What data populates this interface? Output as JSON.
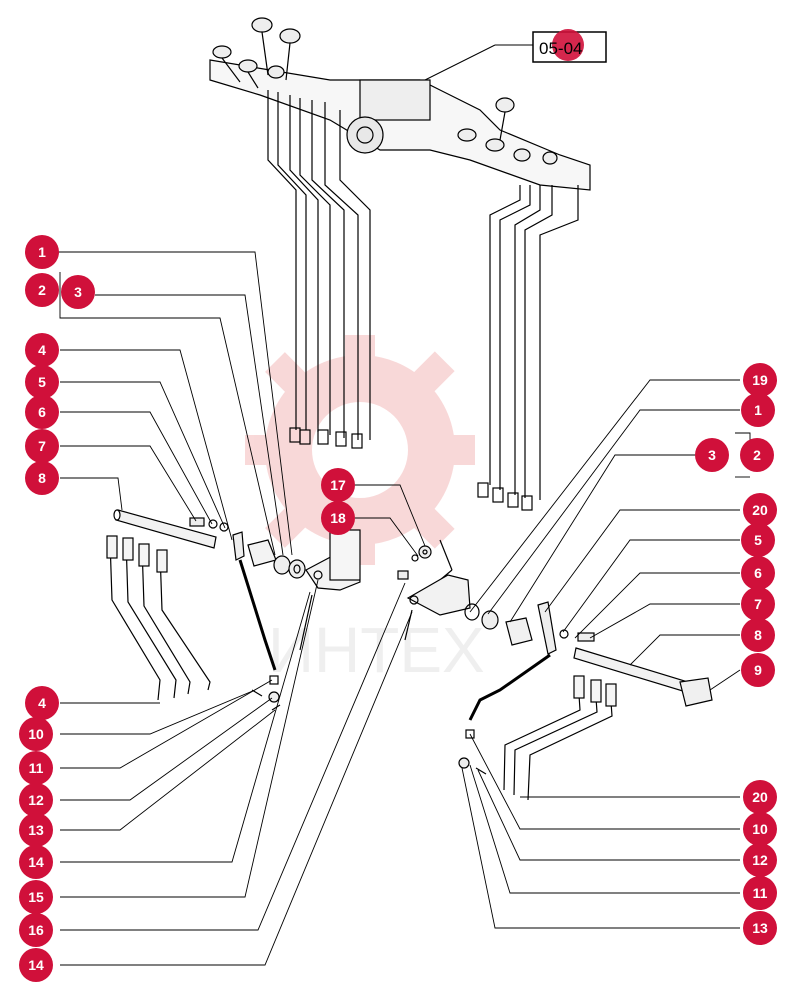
{
  "figure": {
    "reference_label": "05-04",
    "watermark_text": "ИНТЕХ",
    "callout_color": "#d0103a",
    "line_color": "#000000",
    "watermark_color": "#f2c4c4"
  },
  "callouts": [
    {
      "id": "c-left-1",
      "label": "1"
    },
    {
      "id": "c-left-2",
      "label": "2"
    },
    {
      "id": "c-left-3",
      "label": "3"
    },
    {
      "id": "c-left-4a",
      "label": "4"
    },
    {
      "id": "c-left-5",
      "label": "5"
    },
    {
      "id": "c-left-6",
      "label": "6"
    },
    {
      "id": "c-left-7",
      "label": "7"
    },
    {
      "id": "c-left-8",
      "label": "8"
    },
    {
      "id": "c-left-4b",
      "label": "4"
    },
    {
      "id": "c-left-10",
      "label": "10"
    },
    {
      "id": "c-left-11",
      "label": "11"
    },
    {
      "id": "c-left-12",
      "label": "12"
    },
    {
      "id": "c-left-13",
      "label": "13"
    },
    {
      "id": "c-left-14a",
      "label": "14"
    },
    {
      "id": "c-left-15",
      "label": "15"
    },
    {
      "id": "c-left-16",
      "label": "16"
    },
    {
      "id": "c-left-14b",
      "label": "14"
    },
    {
      "id": "c-mid-17",
      "label": "17"
    },
    {
      "id": "c-mid-18",
      "label": "18"
    },
    {
      "id": "c-right-19",
      "label": "19"
    },
    {
      "id": "c-right-1",
      "label": "1"
    },
    {
      "id": "c-right-3",
      "label": "3"
    },
    {
      "id": "c-right-2",
      "label": "2"
    },
    {
      "id": "c-right-20a",
      "label": "20"
    },
    {
      "id": "c-right-5",
      "label": "5"
    },
    {
      "id": "c-right-6",
      "label": "6"
    },
    {
      "id": "c-right-7",
      "label": "7"
    },
    {
      "id": "c-right-8",
      "label": "8"
    },
    {
      "id": "c-right-9",
      "label": "9"
    },
    {
      "id": "c-right-20b",
      "label": "20"
    },
    {
      "id": "c-right-10",
      "label": "10"
    },
    {
      "id": "c-right-12",
      "label": "12"
    },
    {
      "id": "c-right-11",
      "label": "11"
    },
    {
      "id": "c-right-13",
      "label": "13"
    }
  ]
}
